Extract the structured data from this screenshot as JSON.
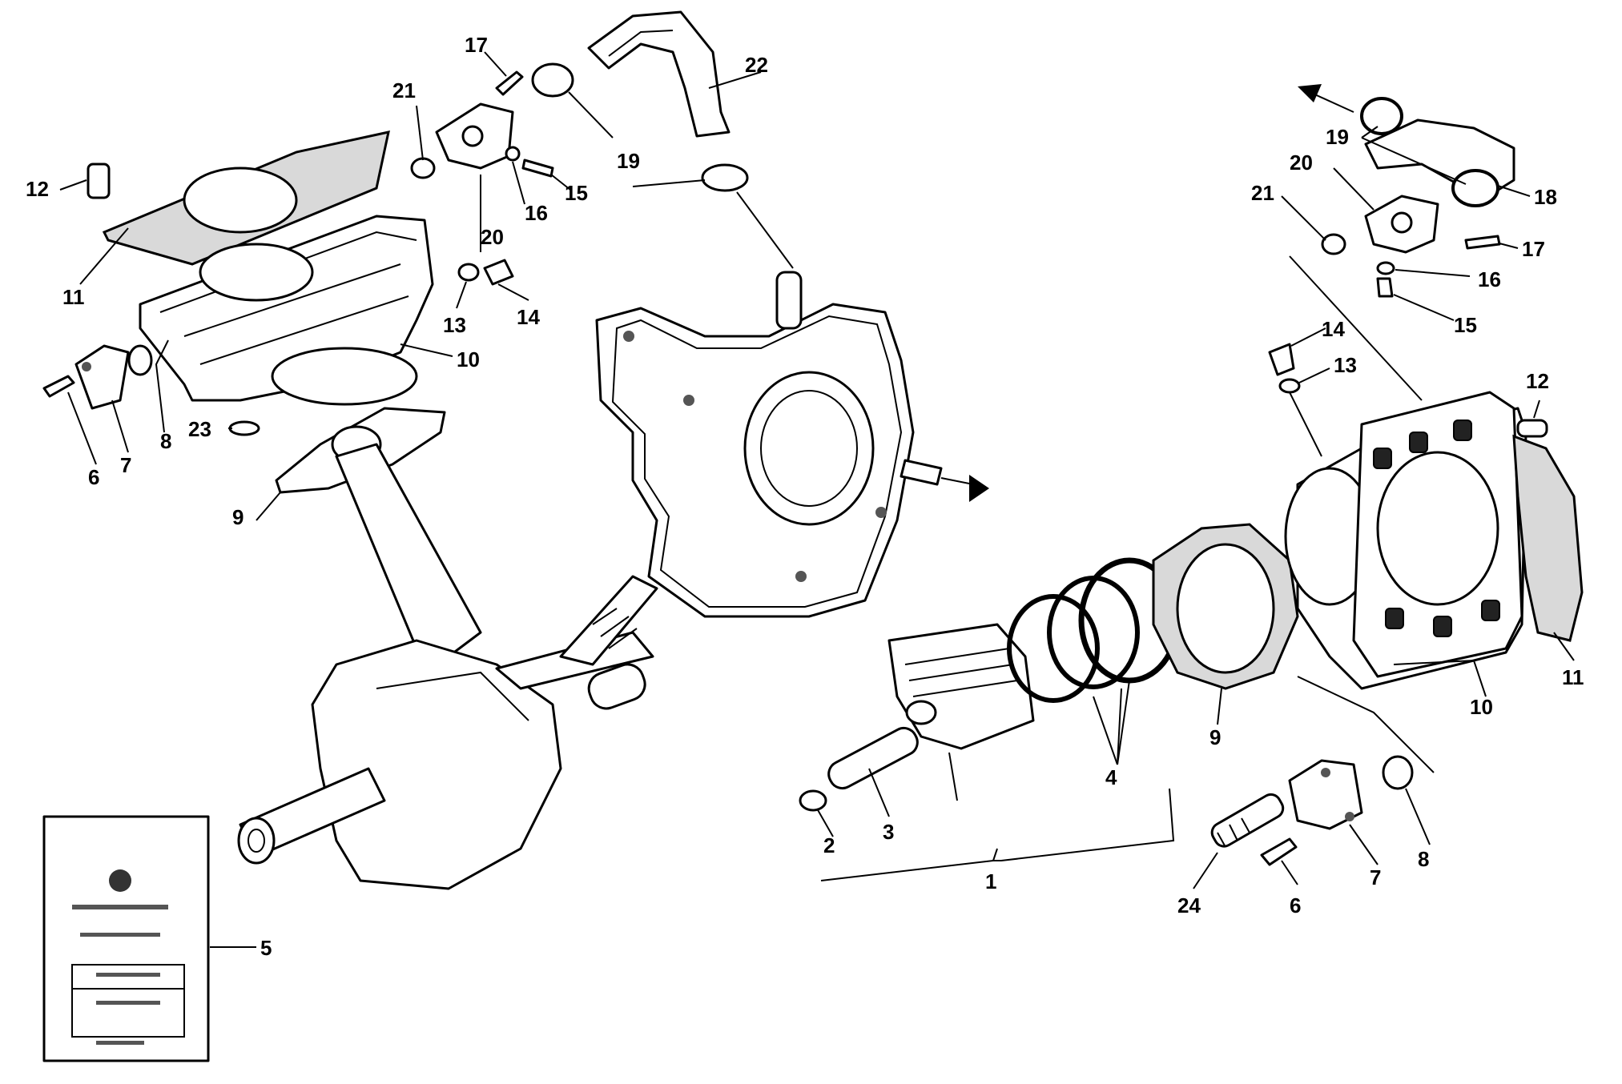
{
  "callouts": [
    {
      "id": "c1",
      "text": "1"
    },
    {
      "id": "c2",
      "text": "2"
    },
    {
      "id": "c3",
      "text": "3"
    },
    {
      "id": "c4",
      "text": "4"
    },
    {
      "id": "c5",
      "text": "5"
    },
    {
      "id": "c6a",
      "text": "6"
    },
    {
      "id": "c6b",
      "text": "6"
    },
    {
      "id": "c7a",
      "text": "7"
    },
    {
      "id": "c7b",
      "text": "7"
    },
    {
      "id": "c8a",
      "text": "8"
    },
    {
      "id": "c8b",
      "text": "8"
    },
    {
      "id": "c9a",
      "text": "9"
    },
    {
      "id": "c9b",
      "text": "9"
    },
    {
      "id": "c10a",
      "text": "10"
    },
    {
      "id": "c10b",
      "text": "10"
    },
    {
      "id": "c11a",
      "text": "11"
    },
    {
      "id": "c11b",
      "text": "11"
    },
    {
      "id": "c12a",
      "text": "12"
    },
    {
      "id": "c12b",
      "text": "12"
    },
    {
      "id": "c13a",
      "text": "13"
    },
    {
      "id": "c13b",
      "text": "13"
    },
    {
      "id": "c14a",
      "text": "14"
    },
    {
      "id": "c14b",
      "text": "14"
    },
    {
      "id": "c15a",
      "text": "15"
    },
    {
      "id": "c15b",
      "text": "15"
    },
    {
      "id": "c16a",
      "text": "16"
    },
    {
      "id": "c16b",
      "text": "16"
    },
    {
      "id": "c17a",
      "text": "17"
    },
    {
      "id": "c17b",
      "text": "17"
    },
    {
      "id": "c18",
      "text": "18"
    },
    {
      "id": "c19a",
      "text": "19"
    },
    {
      "id": "c19b",
      "text": "19"
    },
    {
      "id": "c20a",
      "text": "20"
    },
    {
      "id": "c20b",
      "text": "20"
    },
    {
      "id": "c21a",
      "text": "21"
    },
    {
      "id": "c21b",
      "text": "21"
    },
    {
      "id": "c22",
      "text": "22"
    },
    {
      "id": "c23",
      "text": "23"
    },
    {
      "id": "c24",
      "text": "24"
    }
  ]
}
